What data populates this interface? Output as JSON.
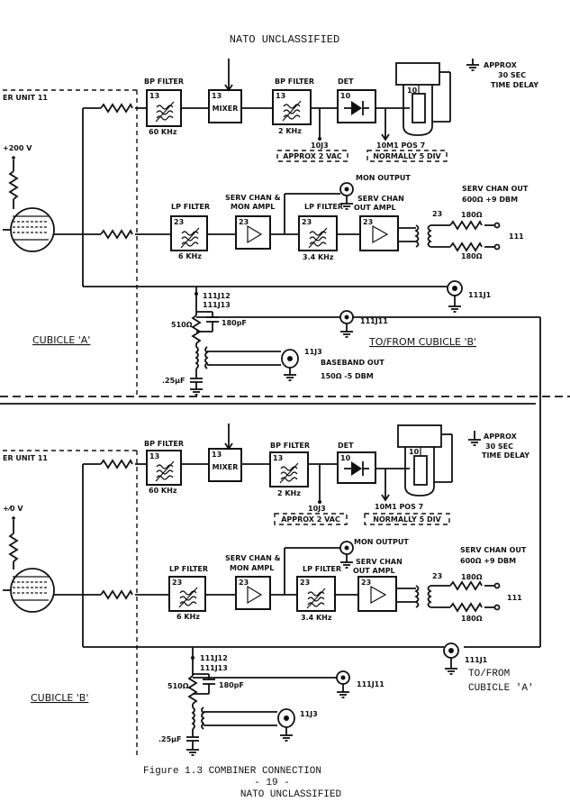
{
  "page": {
    "header": "NATO UNCLASSIFIED",
    "caption": "Figure 1.3 COMBINER CONNECTION",
    "page_number": "- 19 -",
    "footer": "NATO UNCLASSIFIED"
  },
  "top": {
    "section_label": "CUBICLE 'A'",
    "unit_label": "ER UNIT 11",
    "supply": "+200 V",
    "bp1_title": "BP FILTER",
    "bp1_num": "13",
    "bp1_freq": "60 KHz",
    "mixer_num": "13",
    "mixer": "MIXER",
    "bp2_title": "BP FILTER",
    "bp2_num": "13",
    "bp2_freq": "2 KHz",
    "det_title": "DET",
    "det_num": "10",
    "tube_num": "10",
    "delay_1": "APPROX",
    "delay_2": "30 SEC",
    "delay_3": "TIME DELAY",
    "test_point": "10J3",
    "approx_box": "APPROX 2 VAC",
    "meter_pos": "10M1 POS 7",
    "normally_box": "NORMALLY 5 DIV",
    "mon_output": "MON OUTPUT",
    "lp1_title": "LP FILTER",
    "lp1_num": "23",
    "lp1_freq": "6 KHz",
    "amp1_title_1": "SERV CHAN &",
    "amp1_title_2": "MON AMPL",
    "amp1_num": "23",
    "lp2_title": "LP FILTER",
    "lp2_num": "23",
    "lp2_freq": "3.4 KHz",
    "amp2_title_1": "SERV CHAN",
    "amp2_title_2": "OUT AMPL",
    "amp2_num": "23",
    "serv_out_1": "SERV CHAN OUT",
    "serv_out_2": "600Ω +9 DBM",
    "xfmr_num": "23",
    "r_upper": "180Ω",
    "r_lower": "180Ω",
    "out_jack": "111",
    "j12": "111J12",
    "j13": "111J13",
    "j1": "111J1",
    "j11": "111J11",
    "r510": "510Ω",
    "c180": "180pF",
    "cap25": ".25µF",
    "j3": "11J3",
    "baseband_1": "BASEBAND OUT",
    "baseband_2": "150Ω   -5 DBM",
    "to_from": "TO/FROM CUBICLE 'B'"
  },
  "bottom": {
    "section_label": "CUBICLE 'B'",
    "unit_label": "ER UNIT 11",
    "supply": "+⁄0 V",
    "bp1_title": "BP FILTER",
    "bp1_num": "13",
    "bp1_freq": "60 KHz",
    "mixer_num": "13",
    "mixer": "MIXER",
    "bp2_title": "BP FILTER",
    "bp2_num": "13",
    "bp2_freq": "2 KHz",
    "det_title": "DET",
    "det_num": "10",
    "tube_num": "10",
    "delay_1": "APPROX",
    "delay_2": "30 SEC",
    "delay_3": "TIME DELAY",
    "test_point": "10J3",
    "approx_box": "APPROX 2 VAC",
    "meter_pos": "10M1 POS 7",
    "normally_box": "NORMALLY 5 DIV",
    "mon_output": "MON OUTPUT",
    "lp1_title": "LP FILTER",
    "lp1_num": "23",
    "lp1_freq": "6 KHz",
    "amp1_title_1": "SERV CHAN &",
    "amp1_title_2": "MON AMPL",
    "amp1_num": "23",
    "lp2_title": "LP FILTER",
    "lp2_num": "23",
    "lp2_freq": "3.4 KHz",
    "amp2_title_1": "SERV CHAN",
    "amp2_title_2": "OUT AMPL",
    "amp2_num": "23",
    "serv_out_1": "SERV CHAN OUT",
    "serv_out_2": "600Ω +9 DBM",
    "xfmr_num": "23",
    "r_upper": "180Ω",
    "r_lower": "180Ω",
    "out_jack": "111",
    "j12": "111J12",
    "j13": "111J13",
    "j1": "111J1",
    "j11": "111J11",
    "r510": "510Ω",
    "c180": "180pF",
    "cap25": ".25µF",
    "j3": "11J3",
    "to_from_1": "TO/FROM",
    "to_from_2": "CUBICLE 'A'"
  }
}
